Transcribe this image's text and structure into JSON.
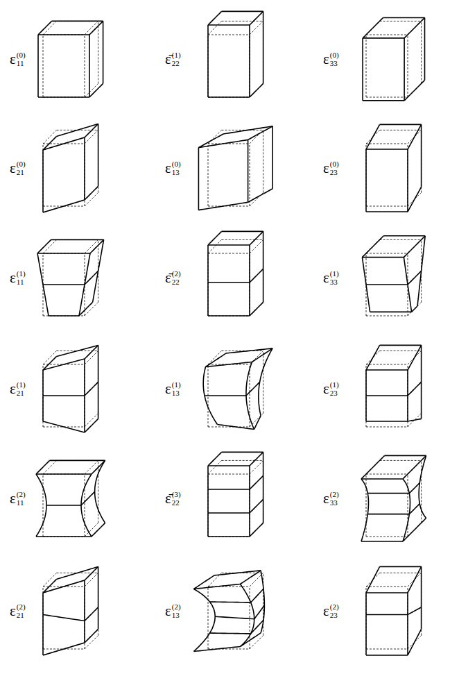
{
  "diagram": {
    "labels": [
      "ε",
      "(0)",
      "11",
      "ε̄",
      "(1)",
      "22",
      "ε",
      "(0)",
      "33",
      "ε",
      "(0)",
      "21",
      "ε",
      "(0)",
      "13",
      "ε",
      "(0)",
      "23",
      "ε",
      "(1)",
      "11",
      "ε̄",
      "(2)",
      "22",
      "ε",
      "(1)",
      "33",
      "ε",
      "(1)",
      "21",
      "ε",
      "(1)",
      "13",
      "ε",
      "(1)",
      "23",
      "ε",
      "(2)",
      "11",
      "ε̄",
      "(3)",
      "22",
      "ε",
      "(2)",
      "33",
      "ε",
      "(2)",
      "21",
      "ε",
      "(2)",
      "13",
      "ε",
      "(2)",
      "23"
    ]
  }
}
